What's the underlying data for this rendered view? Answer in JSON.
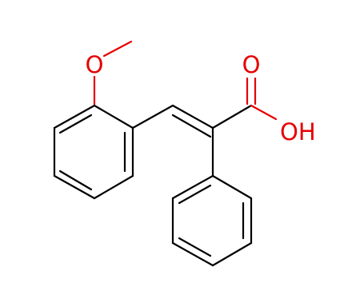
{
  "structure": {
    "atoms": {
      "methoxy_oxygen": "O",
      "carbonyl_oxygen": "O",
      "hydroxyl_group": "OH"
    },
    "colors": {
      "bond": "#000000",
      "heteroatom": "#e60000",
      "background": "#ffffff"
    }
  }
}
